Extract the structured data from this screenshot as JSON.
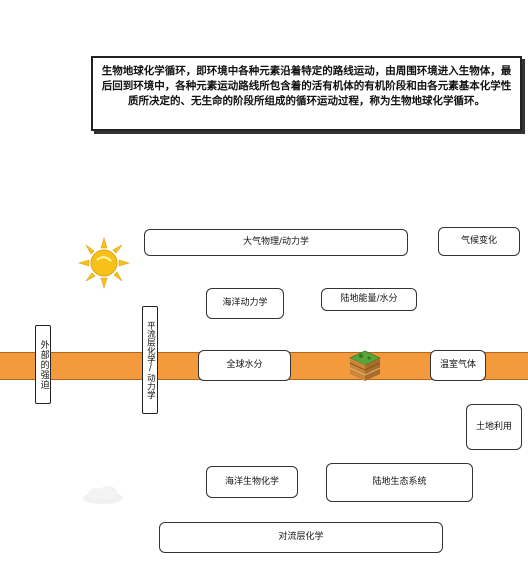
{
  "definition": "生物地球化学循环，即环境中各种元素沿着特定的路线运动，由周围环境进入生物体，最后回到环境中，各种元素运动路线所包含着的活有机体的有机阶段和由各元素基本化学性质所决定的、无生命的阶段所组成的循环运动过程，称为生物地球化学循环。",
  "labels": {
    "atmosphere_physics": "大气物理/动力学",
    "climate_change": "气候变化",
    "ocean_dynamics": "海洋动力学",
    "land_energy_water": "陆地能量/水分",
    "global_water": "全球水分",
    "greenhouse_gas": "温室气体",
    "land_use": "土地利用",
    "ocean_biochem": "海洋生物化学",
    "terrestrial_ecosystem": "陆地生态系统",
    "troposphere_chem": "对流层化学",
    "external_forcing": "外部的强迫",
    "stratosphere_chem": "平流层化学/动力学"
  },
  "colors": {
    "band": "#f39a3c",
    "sun": "#f6c21a",
    "soil_top": "#5aa53a",
    "soil_layer": "#c9873b"
  },
  "icons": [
    "sun-icon",
    "soil-layers-icon",
    "cloud-icon"
  ]
}
